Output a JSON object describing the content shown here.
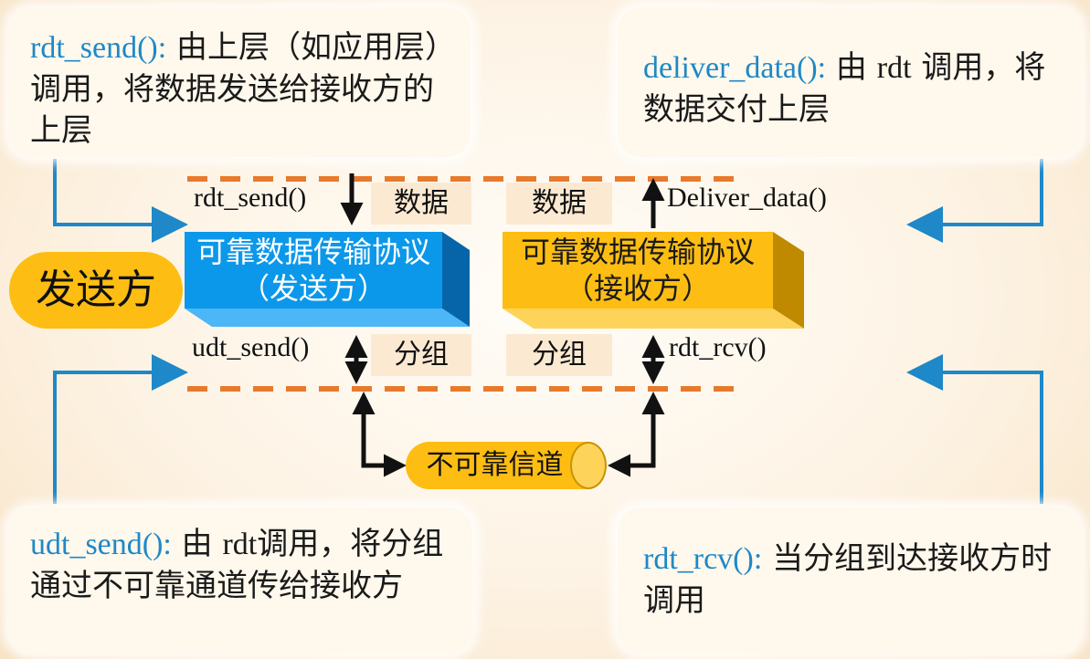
{
  "callouts": {
    "top_left": {
      "fn": "rdt_send():",
      "text": " 由上层（如应用层）调用，将数据发送给接收方的上层"
    },
    "top_right": {
      "fn": "deliver_data():",
      "text_pre": " 由 ",
      "text_rdt": "rdt",
      "text_post": " 调用，将数据交付上层"
    },
    "bottom_left": {
      "fn": "udt_send():",
      "text_pre": " 由 ",
      "text_rdt": "rdt",
      "text_post": "调用，将分组通过不可靠通道传给接收方"
    },
    "bottom_right": {
      "fn": "rdt_rcv():",
      "text": " 当分组到达接收方时调用"
    }
  },
  "sender_label": "发送方",
  "sender_box": {
    "line1": "可靠数据传输协议",
    "line2": "（发送方）",
    "color": "#0c98ea"
  },
  "receiver_box": {
    "line1": "可靠数据传输协议",
    "line2": "（接收方）",
    "color": "#fdbd12"
  },
  "labels": {
    "rdt_send": "rdt_send()",
    "deliver_data": "Deliver_data()",
    "udt_send": "udt_send()",
    "rdt_rcv": "rdt_rcv()",
    "data_left": "数据",
    "data_right": "数据",
    "packet_left": "分组",
    "packet_right": "分组"
  },
  "channel": "不可靠信道",
  "colors": {
    "arrow_blue": "#1e88c8",
    "dash_orange": "#e87a2c"
  }
}
